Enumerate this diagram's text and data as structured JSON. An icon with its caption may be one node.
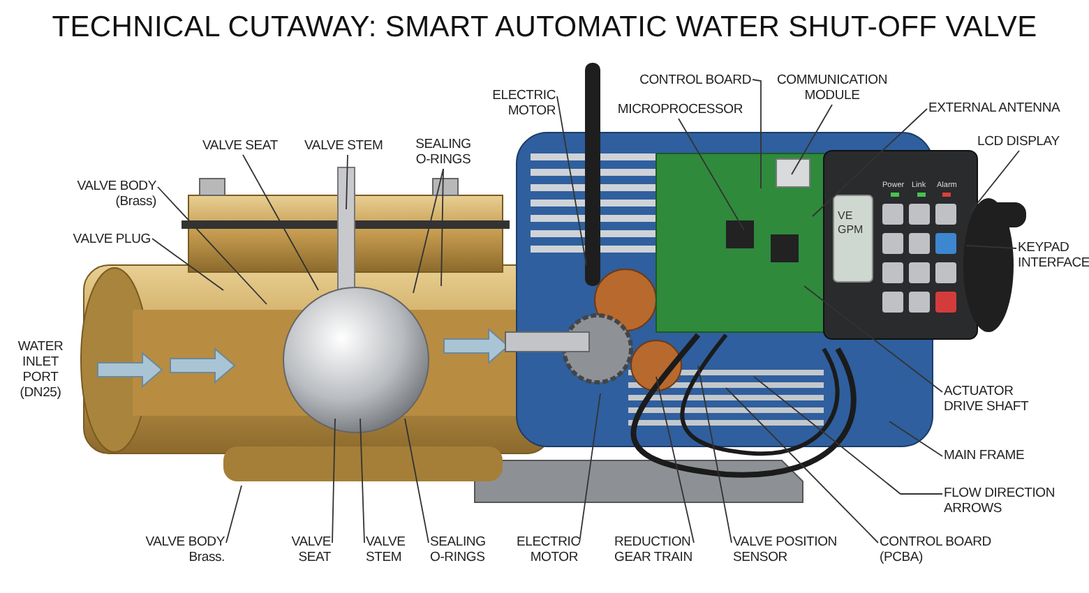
{
  "diagram": {
    "title": "TECHNICAL CUTAWAY: SMART AUTOMATIC WATER SHUT-OFF VALVE",
    "nodes": [
      {
        "text": [
          "ELECTRIC MOTOR"
        ]
      },
      {
        "text": [
          "CONTROL BOARD"
        ]
      },
      {
        "text": [
          "COMMUNICATION MODULE"
        ]
      },
      {
        "text": [
          "MICROPROCESSOR"
        ]
      },
      {
        "text": [
          "EXTERNAL ANTENNA"
        ]
      },
      {
        "text": [
          "VALVE SEAT"
        ]
      },
      {
        "text": [
          "VALVE STEM"
        ]
      },
      {
        "text": [
          "SEALING O-RINGS"
        ]
      },
      {
        "text": [
          "LCD DISPLAY"
        ]
      },
      {
        "text": [
          "VALVE BODY (Brass)"
        ]
      },
      {
        "text": [
          "VALVE PLUG"
        ]
      },
      {
        "text": [
          "KEYPAD INTERFACE"
        ]
      },
      {
        "text": [
          "WATER INLET PORT (DN25)"
        ]
      },
      {
        "text": [
          "ACTUATOR DRIVE SHAFT"
        ]
      },
      {
        "text": [
          "MAIN FRAME"
        ]
      },
      {
        "text": [
          "FLOW DIRECTION ARROWS"
        ]
      },
      {
        "text": [
          "VALVE BODY Brass."
        ]
      },
      {
        "text": [
          "VALVE SEAT"
        ]
      },
      {
        "text": [
          "VALVE STEM"
        ]
      },
      {
        "text": [
          "SEALING O-RINGS"
        ]
      },
      {
        "text": [
          "ELECTRIC MOTOR"
        ]
      },
      {
        "text": [
          "REDUCTION GEAR TRAIN"
        ]
      },
      {
        "text": [
          "VALVE POSITION SENSOR"
        ]
      },
      {
        "text": [
          "CONTROL BOARD (PCBA)"
        ]
      }
    ],
    "edges": [
      {
        "from": 0,
        "to": null,
        "arrow": "none"
      },
      {
        "from": 1,
        "to": null,
        "arrow": "none"
      },
      {
        "from": 2,
        "to": null,
        "arrow": "none"
      },
      {
        "from": 3,
        "to": null,
        "arrow": "none"
      },
      {
        "from": 4,
        "to": null,
        "arrow": "none"
      },
      {
        "from": 5,
        "to": null,
        "arrow": "none"
      },
      {
        "from": 6,
        "to": null,
        "arrow": "none"
      },
      {
        "from": 7,
        "to": null,
        "arrow": "none"
      },
      {
        "from": 7,
        "to": null,
        "arrow": "none"
      },
      {
        "from": 8,
        "to": null,
        "arrow": "none"
      },
      {
        "from": 9,
        "to": null,
        "arrow": "none"
      },
      {
        "from": 10,
        "to": null,
        "arrow": "none"
      },
      {
        "from": 11,
        "to": null,
        "arrow": "none"
      },
      {
        "from": 13,
        "to": null,
        "arrow": "none"
      },
      {
        "from": 14,
        "to": null,
        "arrow": "none"
      },
      {
        "from": 15,
        "to": null,
        "arrow": "none"
      },
      {
        "from": 16,
        "to": null,
        "arrow": "none"
      },
      {
        "from": 17,
        "to": null,
        "arrow": "none"
      },
      {
        "from": 18,
        "to": null,
        "arrow": "none"
      },
      {
        "from": 19,
        "to": null,
        "arrow": "none"
      },
      {
        "from": 20,
        "to": null,
        "arrow": "none"
      },
      {
        "from": 21,
        "to": null,
        "arrow": "none"
      },
      {
        "from": 22,
        "to": null,
        "arrow": "none"
      },
      {
        "from": 23,
        "to": null,
        "arrow": "none"
      }
    ],
    "labels": [
      "Power",
      "Link",
      "Alarm",
      "VE GPM"
    ]
  }
}
